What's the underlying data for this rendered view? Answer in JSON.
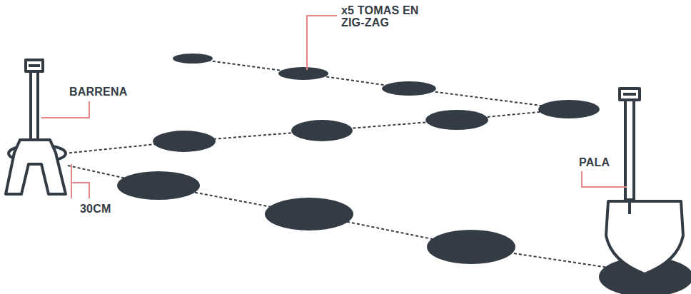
{
  "diagram": {
    "labels": [
      "x5 TOMAS EN ZIG-ZAG",
      "BARRENA",
      "PALA",
      "30CM"
    ]
  }
}
